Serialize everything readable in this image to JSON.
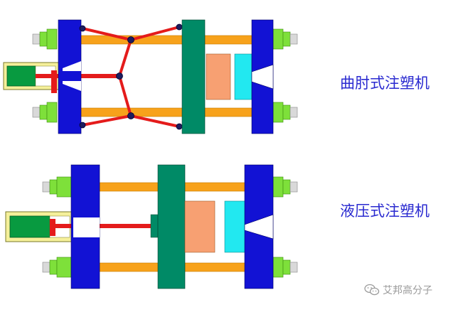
{
  "labels": {
    "toggle_machine": "曲肘式注塑机",
    "hydraulic_machine": "液压式注塑机"
  },
  "watermark": {
    "text": "艾邦高分子",
    "icon": "wechat-icon"
  },
  "colors": {
    "label_text": "#2a2ad0",
    "platen_blue": "#1212d4",
    "moving_platen_green": "#008a66",
    "tie_bar_orange": "#f7a21b",
    "tie_nut_green": "#7ee03a",
    "tie_end_gray": "#d9d9d9",
    "linkage_red": "#e41b1b",
    "pivot_navy": "#1d1d5e",
    "cylinder_frame": "#f5f09a",
    "cylinder_piston": "#089a40",
    "mold_salmon": "#f7a072",
    "mold_cyan": "#22e8f0"
  }
}
